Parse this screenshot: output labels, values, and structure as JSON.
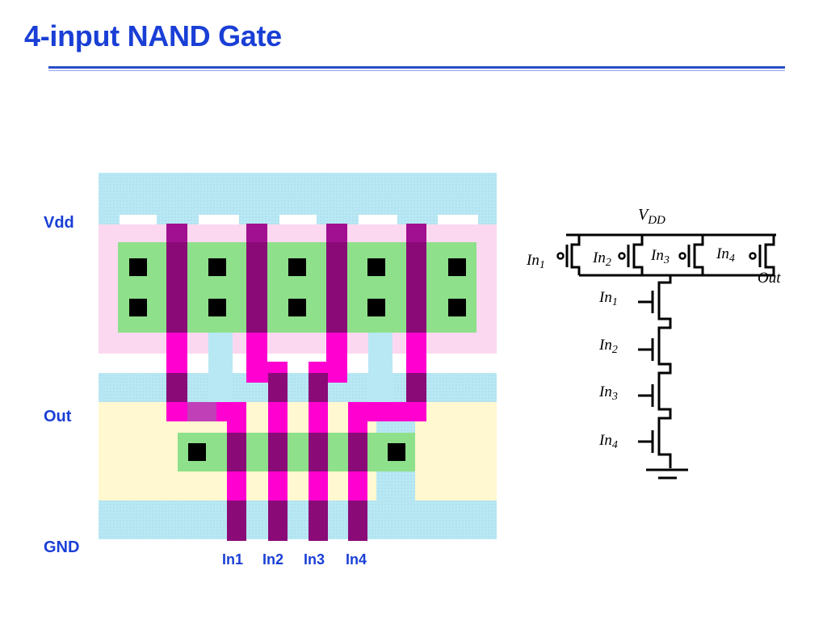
{
  "title": "4-input NAND Gate",
  "layout": {
    "rails": {
      "vdd": "Vdd",
      "out": "Out",
      "gnd": "GND"
    },
    "inputs": [
      "In1",
      "In2",
      "In3",
      "In4"
    ]
  },
  "schematic": {
    "vdd_main": "V",
    "vdd_sub": "DD",
    "out": "Out",
    "input_base": "In",
    "pmos_inputs": [
      "1",
      "2",
      "3",
      "4"
    ],
    "nmos_inputs": [
      "1",
      "2",
      "3",
      "4"
    ]
  },
  "colors": {
    "title": "#1a3fd6",
    "metal": "#b8e8f4",
    "nwell": "#fbd8f0",
    "diffusion": "#8ee08a",
    "poly": "#ff00d0",
    "poly_over_diff": "#8a0a78",
    "contact": "#000000",
    "pselect": "#fff8d0"
  }
}
